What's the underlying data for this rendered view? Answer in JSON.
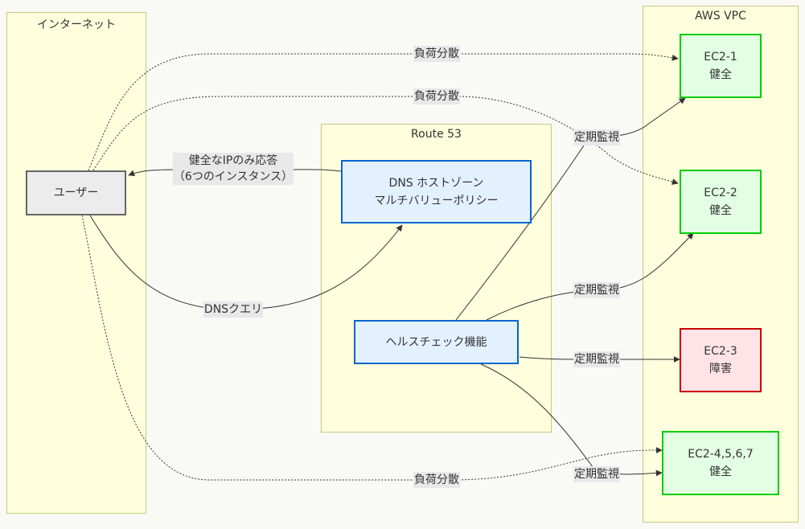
{
  "clusters": {
    "internet": {
      "title": "インターネット"
    },
    "route53": {
      "title": "Route 53"
    },
    "vpc": {
      "title": "AWS VPC"
    }
  },
  "nodes": {
    "user": {
      "label": "ユーザー"
    },
    "dns": {
      "line1": "DNS ホストゾーン",
      "line2": "マルチバリューポリシー"
    },
    "health": {
      "label": "ヘルスチェック機能"
    },
    "ec2_1": {
      "line1": "EC2-1",
      "line2": "健全",
      "status": "healthy"
    },
    "ec2_2": {
      "line1": "EC2-2",
      "line2": "健全",
      "status": "healthy"
    },
    "ec2_3": {
      "line1": "EC2-3",
      "line2": "障害",
      "status": "failed"
    },
    "ec2_4": {
      "line1": "EC2-4,5,6,7",
      "line2": "健全",
      "status": "healthy"
    }
  },
  "edges": {
    "dns_query": "DNSクエリ",
    "dns_response_line1": "健全なIPのみ応答",
    "dns_response_line2": "（6つのインスタンス）",
    "lb1": "負荷分散",
    "lb2": "負荷分散",
    "lb4": "負荷分散",
    "hc1": "定期監視",
    "hc2": "定期監視",
    "hc3": "定期監視",
    "hc4": "定期監視"
  },
  "colors": {
    "cluster_fill": "#ffffde",
    "cluster_border": "#c9c97a",
    "healthy_border": "#00cc00",
    "failed_border": "#cc0000",
    "route53_border": "#0066cc"
  }
}
